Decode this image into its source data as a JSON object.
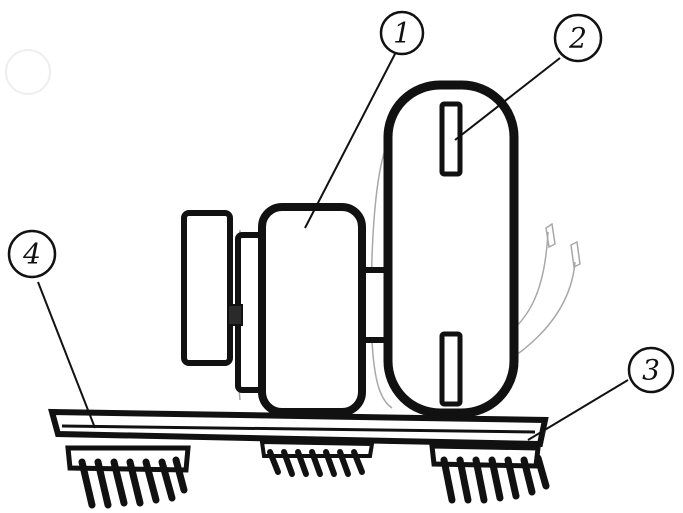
{
  "diagram": {
    "callouts": [
      {
        "id": "c1",
        "label": "1"
      },
      {
        "id": "c2",
        "label": "2"
      },
      {
        "id": "c3",
        "label": "3"
      },
      {
        "id": "c4",
        "label": "4"
      }
    ]
  },
  "colors": {
    "ink": "#111111",
    "pencil": "#9a9a9a",
    "background": "#ffffff"
  }
}
